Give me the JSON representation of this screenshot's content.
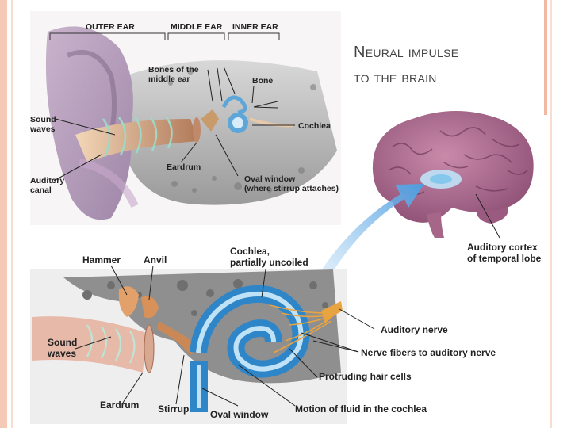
{
  "slide": {
    "title_line1": "Neural impulse",
    "title_line2": "to the brain"
  },
  "top_diagram": {
    "sections": [
      "OUTER EAR",
      "MIDDLE EAR",
      "INNER EAR"
    ],
    "labels": {
      "bones_line1": "Bones of the",
      "bones_line2": "middle ear",
      "bone": "Bone",
      "sound_waves_line1": "Sound",
      "sound_waves_line2": "waves",
      "cochlea": "Cochlea",
      "auditory_canal_line1": "Auditory",
      "auditory_canal_line2": "canal",
      "eardrum": "Eardrum",
      "oval_window_line1": "Oval window",
      "oval_window_line2": "(where stirrup attaches)"
    }
  },
  "brain": {
    "labels": {
      "auditory_cortex_line1": "Auditory cortex",
      "auditory_cortex_line2": "of temporal lobe"
    }
  },
  "bottom_diagram": {
    "labels": {
      "hammer": "Hammer",
      "anvil": "Anvil",
      "cochlea_line1": "Cochlea,",
      "cochlea_line2": "partially uncoiled",
      "sound_waves_line1": "Sound",
      "sound_waves_line2": "waves",
      "auditory_nerve": "Auditory nerve",
      "nerve_fibers": "Nerve fibers to auditory nerve",
      "hair_cells": "Protruding hair cells",
      "eardrum": "Eardrum",
      "stirrup": "Stirrup",
      "oval_window": "Oval window",
      "fluid_motion": "Motion of fluid in the cochlea"
    }
  },
  "colors": {
    "frame_accent": "#f4c9b5",
    "brain": "#a8628a",
    "cochlea": "#3a8fd0",
    "nerve": "#e8a440",
    "impulse_arrow": "#5aa7e0"
  }
}
